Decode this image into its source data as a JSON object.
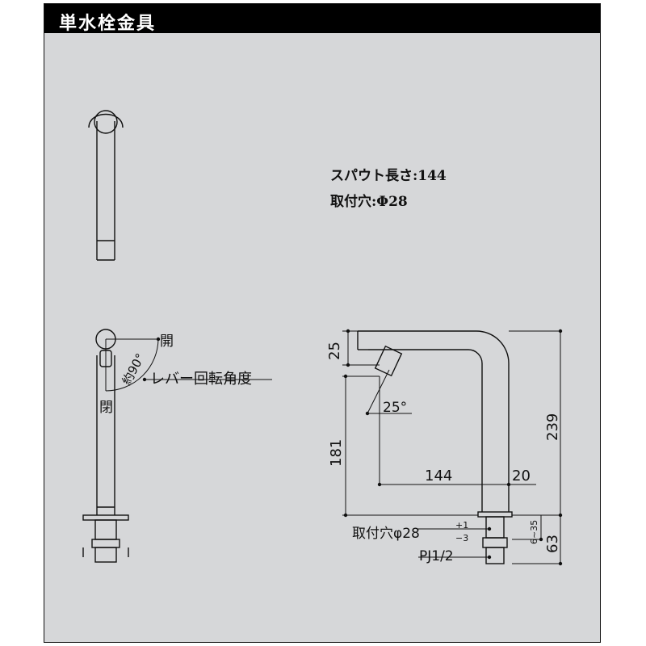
{
  "header": {
    "title": "単水栓金具"
  },
  "specs": {
    "spout_length": "スパウト長さ:144",
    "mounting_hole": "取付穴:Φ28"
  },
  "side_view": {
    "open_top": "開",
    "angle": "約90°",
    "lever_label": "レバー回転角度",
    "open_bottom": "閉"
  },
  "front_view": {
    "dim_25": "25",
    "dim_25deg": "25°",
    "dim_181": "181",
    "dim_144": "144",
    "dim_20": "20",
    "dim_239": "239",
    "hole_label": "取付穴φ28",
    "hole_tol_plus": "+1",
    "hole_tol_minus": "−3",
    "dim_6_35": "6~35",
    "dim_63": "63",
    "thread_label": "PJ1/2"
  },
  "colors": {
    "header_bg": "#000000",
    "panel_bg": "#d6d7d9",
    "line": "#111111"
  }
}
